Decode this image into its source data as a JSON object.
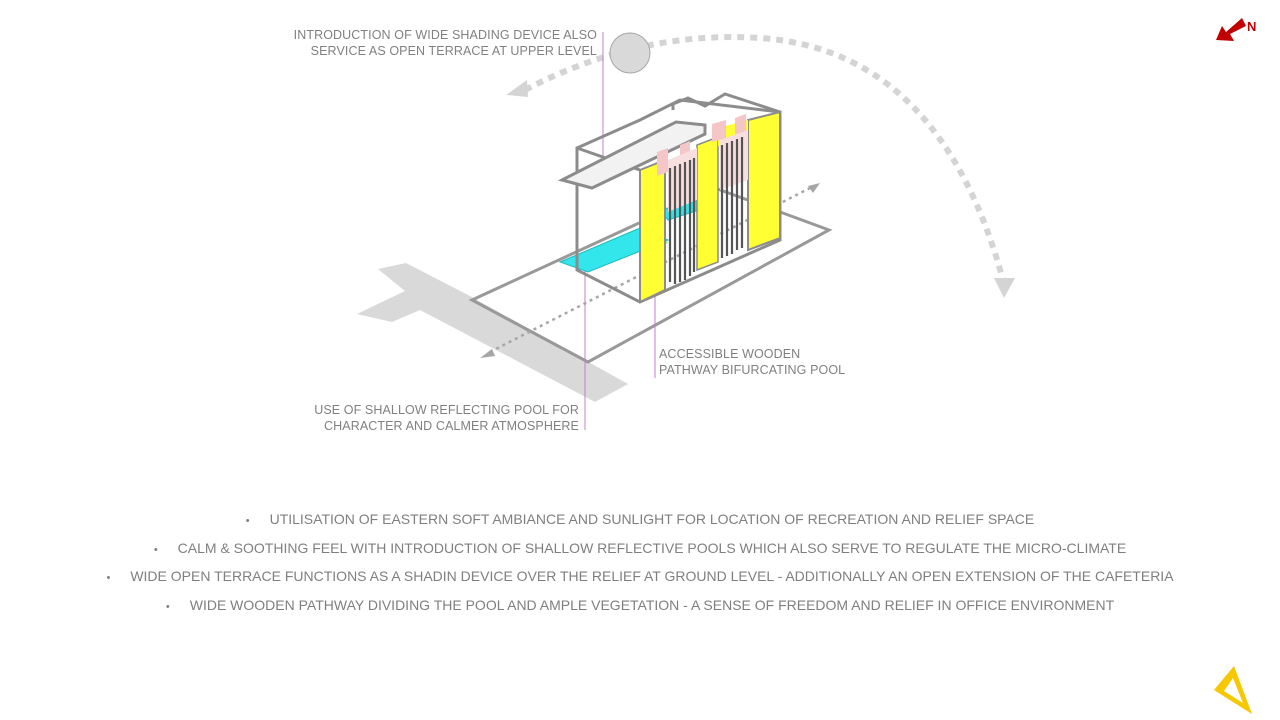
{
  "annotations": {
    "shading": [
      "INTRODUCTION  OF WIDE SHADING DEVICE ALSO",
      "SERVICE AS OPEN TERRACE  AT UPPER LEVEL"
    ],
    "pathway": [
      "ACCESSIBLE WOODEN",
      "PATHWAY BIFURCATING  POOL"
    ],
    "pool": [
      "USE OF SHALLOW REFLECTING  POOL FOR",
      "CHARACTER  AND CALMER ATMOSPHERE"
    ]
  },
  "north_label": "N",
  "bullets": [
    "UTILISATION  OF EASTERN SOFT AMBIANCE  AND  SUNLIGHT  FOR LOCATION OF RECREATION AND RELIEF SPACE",
    "CALM & SOOTHING FEEL WITH INTRODUCTION OF SHALLOW REFLECTIVE POOLS WHICH ALSO SERVE TO REGULATE THE MICRO-CLIMATE",
    "WIDE OPEN TERRACE FUNCTIONS AS A SHADIN DEVICE OVER THE RELIEF AT GROUND LEVEL - ADDITIONALLY  AN OPEN EXTENSION OF THE CAFETERIA",
    "WIDE WOODEN PATHWAY DIVIDING  THE POOL AND AMPLE VEGETATION  - A SENSE OF FREEDOM AND RELIEF IN OFFICE ENVIRONMENT"
  ],
  "bullet_symbol": "•",
  "colors": {
    "facade_yellow": "#ffff33",
    "pool_cyan": "#33e6ec",
    "pink_fins": "#f4c6c6",
    "outline_gray": "#8c8c8c",
    "shadow_gray": "#d9d9d9",
    "north_red": "#c00000",
    "logo_yellow": "#f5c800"
  },
  "icons": [
    "sun-icon",
    "north-arrow-icon",
    "set-square-logo-icon"
  ]
}
